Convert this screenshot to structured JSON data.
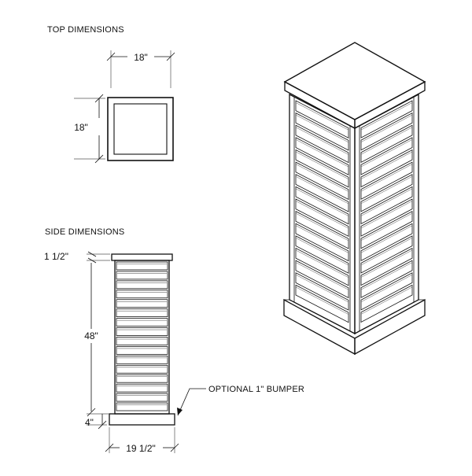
{
  "top_view": {
    "heading": "TOP DIMENSIONS",
    "width_label": "18\"",
    "depth_label": "18\""
  },
  "side_view": {
    "heading": "SIDE DIMENSIONS",
    "cap_height_label": "1 1/2\"",
    "body_height_label": "48\"",
    "base_height_label": "4\"",
    "overall_width_label": "19 1/2\"",
    "bumper_note": "OPTIONAL 1\" BUMPER",
    "slat_count": 16
  },
  "iso_view": {
    "slats_per_face": 16
  }
}
